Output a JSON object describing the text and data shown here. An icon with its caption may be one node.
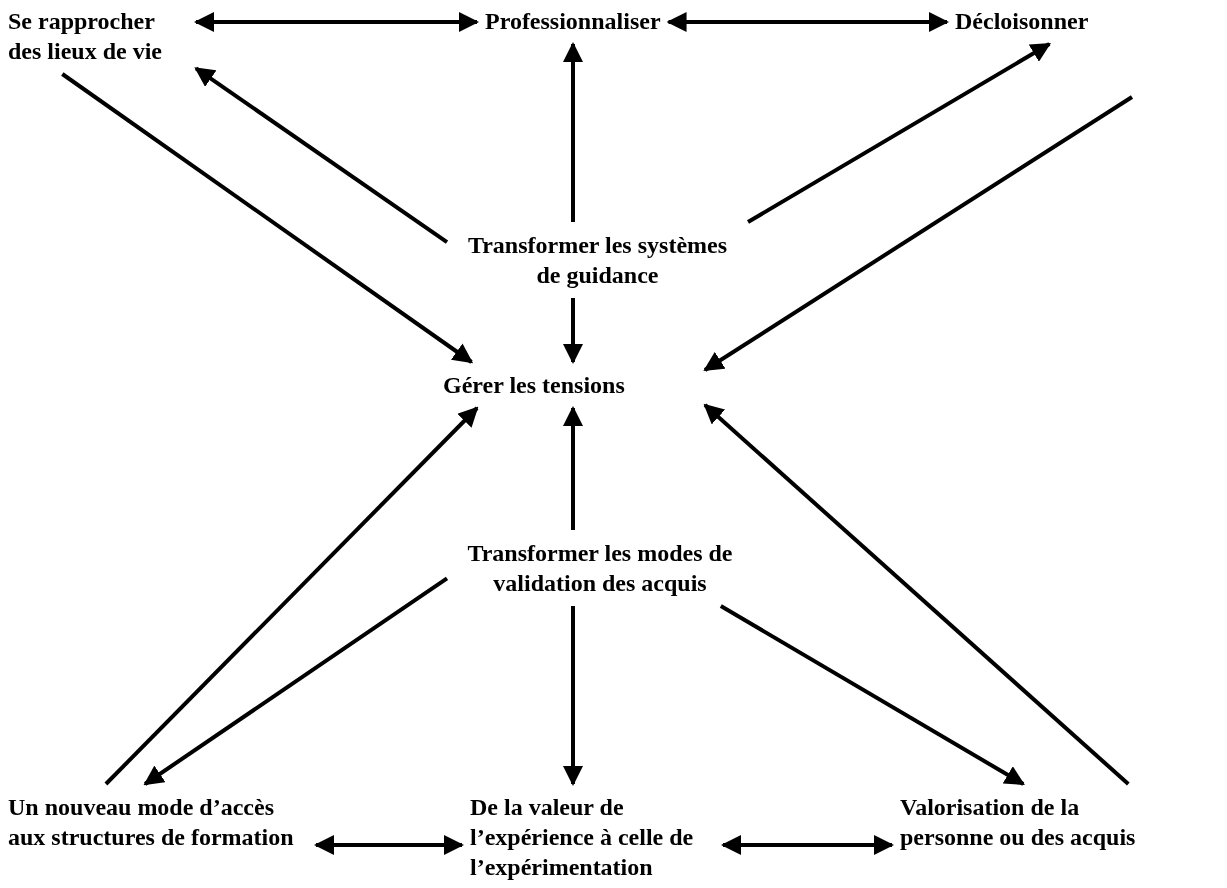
{
  "diagram": {
    "nodes": [
      {
        "text": [
          "Se rapprocher des lieux de vie"
        ]
      },
      {
        "text": [
          "Professionnaliser"
        ]
      },
      {
        "text": [
          "Décloisonner"
        ]
      },
      {
        "text": [
          "Transformer les systèmes de guidance"
        ]
      },
      {
        "text": [
          "Gérer les tensions"
        ]
      },
      {
        "text": [
          "Transformer les modes de validation des acquis"
        ]
      },
      {
        "text": [
          "Un nouveau mode d’accès aux structures de formation"
        ]
      },
      {
        "text": [
          "De la valeur de l’expérience à celle de l’expérimentation"
        ]
      },
      {
        "text": [
          "Valorisation de la personne ou des acquis"
        ]
      }
    ],
    "edges": [
      {
        "from": 0,
        "to": 1,
        "arrow": "both"
      },
      {
        "from": 1,
        "to": 2,
        "arrow": "both"
      },
      {
        "from": 3,
        "to": 0,
        "arrow": "to"
      },
      {
        "from": 3,
        "to": 1,
        "arrow": "to"
      },
      {
        "from": 3,
        "to": 2,
        "arrow": "to"
      },
      {
        "from": 0,
        "to": 4,
        "arrow": "to"
      },
      {
        "from": 2,
        "to": 4,
        "arrow": "to"
      },
      {
        "from": 3,
        "to": 4,
        "arrow": "to"
      },
      {
        "from": 6,
        "to": 4,
        "arrow": "to"
      },
      {
        "from": 5,
        "to": 4,
        "arrow": "to"
      },
      {
        "from": 8,
        "to": 4,
        "arrow": "to"
      },
      {
        "from": 5,
        "to": 6,
        "arrow": "to"
      },
      {
        "from": 5,
        "to": 7,
        "arrow": "to"
      },
      {
        "from": 5,
        "to": 8,
        "arrow": "to"
      },
      {
        "from": 6,
        "to": 7,
        "arrow": "both"
      },
      {
        "from": 7,
        "to": 8,
        "arrow": "both"
      }
    ]
  }
}
